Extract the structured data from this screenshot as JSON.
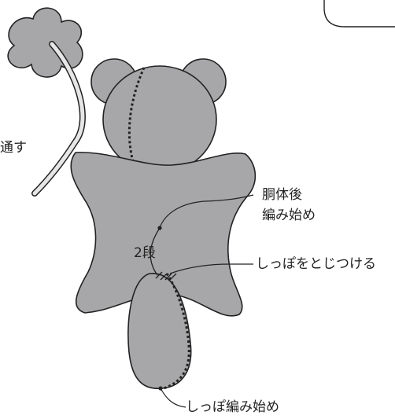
{
  "labels": {
    "pass_through_partial": "通す",
    "body_back_start_line1": "胴体後",
    "body_back_start_line2": "編み始め",
    "rows_two": "2段",
    "attach_tail": "しっぽをとじつける",
    "tail_start": "しっぽ編み始め"
  },
  "colors": {
    "fill_gray": "#a7a7a9",
    "stroke": "#222222",
    "stick_fill": "#e6e6e6"
  }
}
